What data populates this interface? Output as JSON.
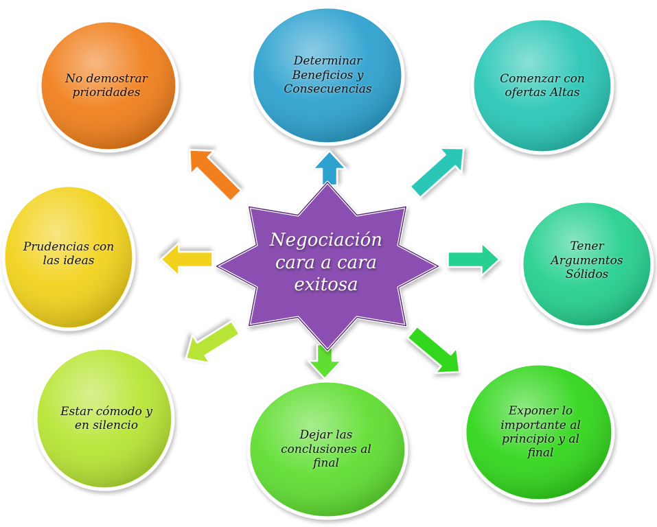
{
  "center": {
    "label": "Negociación\ncara a cara\nexitosa",
    "color": "#8a4fb0"
  },
  "nodes": [
    {
      "id": "no-demostrar",
      "label": "No demostrar\nprioridades",
      "color": "#f07f1b"
    },
    {
      "id": "determinar",
      "label": "Determinar\nBeneficios y\nConsecuencias",
      "color": "#2fa2cf"
    },
    {
      "id": "comenzar",
      "label": "Comenzar con\nofertas Altas",
      "color": "#2cc7b6"
    },
    {
      "id": "prudencias",
      "label": "Prudencias con\nlas ideas",
      "color": "#f2d21c"
    },
    {
      "id": "tener",
      "label": "Tener\nArgumentos\nSólidos",
      "color": "#25d08e"
    },
    {
      "id": "estar",
      "label": "Estar cómodo y\nen silencio",
      "color": "#b8e534"
    },
    {
      "id": "dejar",
      "label": "Dejar las\nconclusiones al\nfinal",
      "color": "#61de32"
    },
    {
      "id": "exponer",
      "label": "Exponer lo\nimportante al\nprincipio y al\nfinal",
      "color": "#33d61f"
    }
  ]
}
